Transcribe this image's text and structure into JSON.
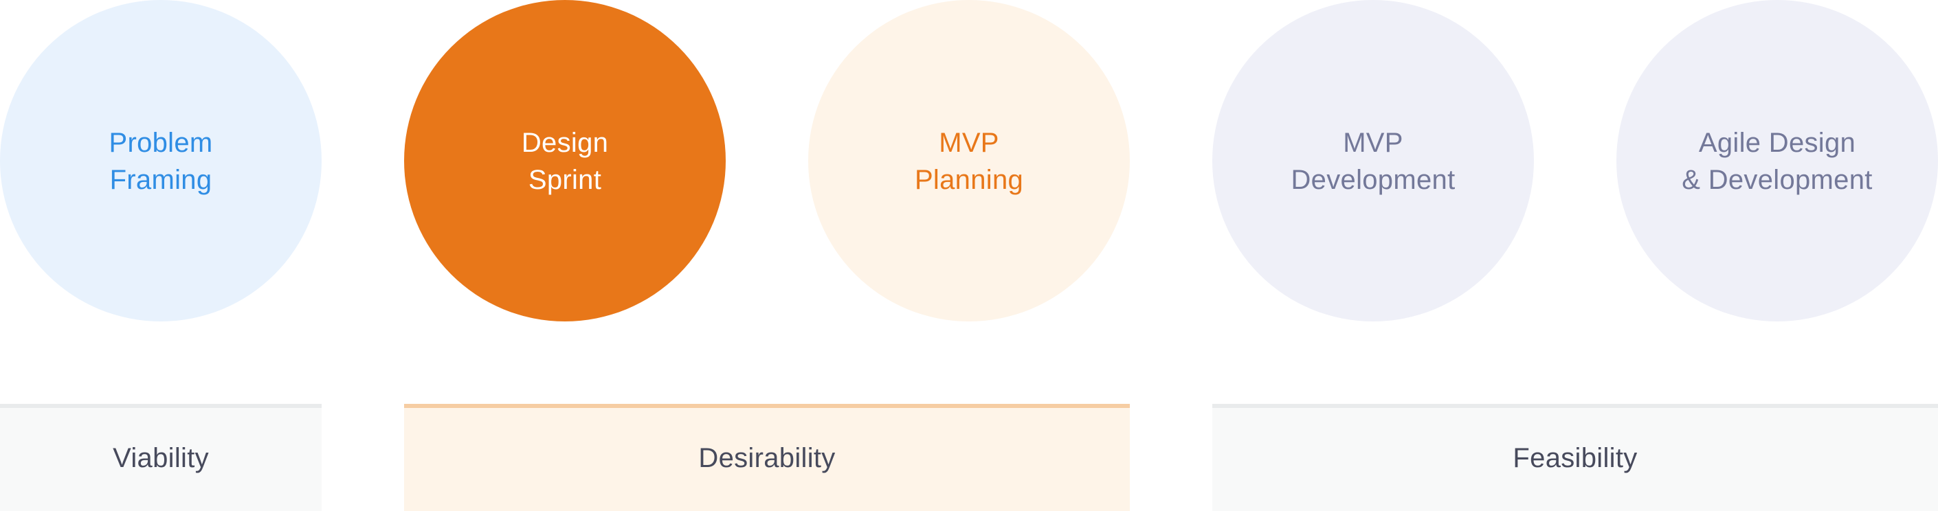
{
  "steps": [
    {
      "label": "Problem\nFraming",
      "bg": "#e8f2fd",
      "fg": "#2f8de4"
    },
    {
      "label": "Design\nSprint",
      "bg": "#e87719",
      "fg": "#ffffff"
    },
    {
      "label": "MVP\nPlanning",
      "bg": "#fef4e8",
      "fg": "#e87719"
    },
    {
      "label": "MVP\nDevelopment",
      "bg": "#eff0f8",
      "fg": "#737899"
    },
    {
      "label": "Agile Design\n& Development",
      "bg": "#eff0f8",
      "fg": "#737899"
    }
  ],
  "categories": [
    {
      "label": "Viability",
      "bg": "#f8f9f9",
      "border": "#e9ebec",
      "fg": "#474a5c"
    },
    {
      "label": "Desirability",
      "bg": "#fef4e8",
      "border": "#f6cda3",
      "fg": "#474a5c"
    },
    {
      "label": "Feasibility",
      "bg": "#f8f9f9",
      "border": "#e9ebec",
      "fg": "#474a5c"
    }
  ]
}
